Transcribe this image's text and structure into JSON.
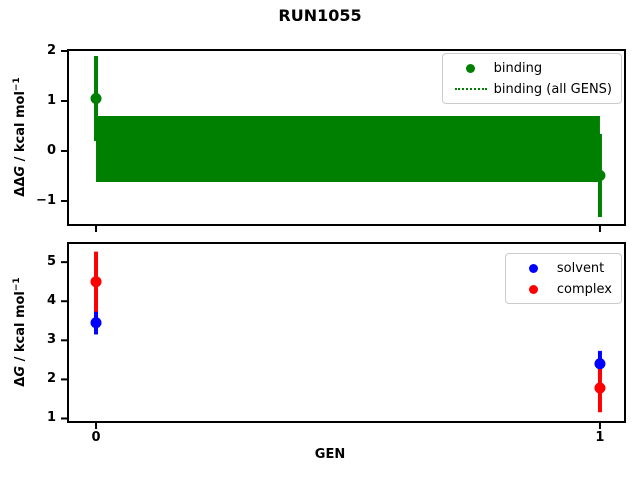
{
  "figure": {
    "title": "RUN1055",
    "background": "#ffffff"
  },
  "colors": {
    "binding": "#008000",
    "solvent": "#0000ff",
    "complex": "#ff0000",
    "axes": "#000000",
    "legend_border": "#cccccc"
  },
  "chart_data": [
    {
      "type": "scatter",
      "name": "ddg-vs-gen",
      "title": "RUN1055",
      "xlabel": "",
      "ylabel": {
        "prefix": "ΔΔ",
        "var": "G",
        "mid": " / kcal mol",
        "sup": "−1",
        "full": "ΔΔG / kcal mol⁻¹"
      },
      "ylim": [
        -1.48,
        2.02
      ],
      "xlim": [
        -0.0556,
        1.0497
      ],
      "grid": false,
      "yticks": [
        {
          "value": 2,
          "label": "2"
        },
        {
          "value": 1,
          "label": "1"
        },
        {
          "value": 0,
          "label": "0"
        },
        {
          "value": -1,
          "label": "−1"
        }
      ],
      "xticks": [
        {
          "value": 0,
          "label": ""
        },
        {
          "value": 1,
          "label": ""
        }
      ],
      "series": [
        {
          "name": "binding",
          "color": "#008000",
          "marker": "circle",
          "points": [
            {
              "x": 0,
              "y": 1.05,
              "yerr": 0.85
            },
            {
              "x": 1,
              "y": -0.49,
              "yerr": 0.83
            }
          ]
        }
      ],
      "band": {
        "name": "binding (all GENS)",
        "color": "#008000",
        "linestyle": "dotted",
        "x_start": 0,
        "x_end": 1,
        "center": 0.04,
        "lower": -0.62,
        "upper": 0.7
      },
      "legend": {
        "position": "upper right",
        "entries": [
          {
            "label": "binding",
            "glyph": "dot",
            "color": "#008000"
          },
          {
            "label": "binding (all GENS)",
            "glyph": "dotted-line",
            "color": "#008000"
          }
        ]
      }
    },
    {
      "type": "scatter",
      "name": "dg-vs-gen",
      "xlabel": "GEN",
      "ylabel": {
        "prefix": "Δ",
        "var": "G",
        "mid": " / kcal mol",
        "sup": "−1",
        "full": "ΔG / kcal mol⁻¹"
      },
      "ylim": [
        0.91,
        5.49
      ],
      "xlim": [
        -0.0556,
        1.0497
      ],
      "grid": false,
      "yticks": [
        {
          "value": 5,
          "label": "5"
        },
        {
          "value": 4,
          "label": "4"
        },
        {
          "value": 3,
          "label": "3"
        },
        {
          "value": 2,
          "label": "2"
        },
        {
          "value": 1,
          "label": "1"
        }
      ],
      "xticks": [
        {
          "value": 0,
          "label": "0"
        },
        {
          "value": 1,
          "label": "1"
        }
      ],
      "series": [
        {
          "name": "solvent",
          "color": "#0000ff",
          "marker": "circle",
          "points": [
            {
              "x": 0,
              "y": 3.45,
              "yerr": 0.3
            },
            {
              "x": 1,
              "y": 2.4,
              "yerr": 0.33
            }
          ]
        },
        {
          "name": "complex",
          "color": "#ff0000",
          "marker": "circle",
          "points": [
            {
              "x": 0,
              "y": 4.5,
              "yerr": 0.77
            },
            {
              "x": 1,
              "y": 1.78,
              "yerr": 0.62
            }
          ]
        }
      ],
      "legend": {
        "position": "upper right",
        "entries": [
          {
            "label": "solvent",
            "glyph": "dot",
            "color": "#0000ff"
          },
          {
            "label": "complex",
            "glyph": "dot",
            "color": "#ff0000"
          }
        ]
      }
    }
  ]
}
